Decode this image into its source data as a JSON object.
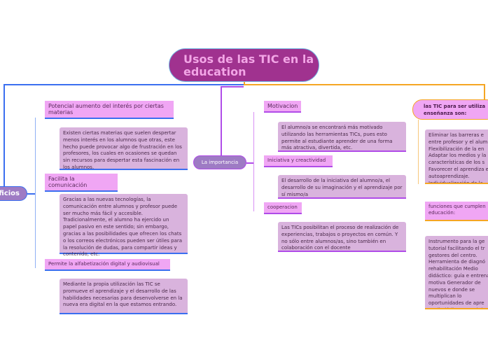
{
  "central": {
    "title": "Usos de las TIC en la education"
  },
  "beneficios": {
    "label": "eficios",
    "items": [
      {
        "title": "Potencial aumento del interés por ciertas materias",
        "detail": "Existen ciertas materias que suelen despertar menos interés en los alumnos que otras, este hecho puede provocar algo de frustración en los profesores, los cuales en ocasiones se quedan sin recursos para despertar esta fascinación en los alumnos."
      },
      {
        "title": "Facilita la comunicación",
        "detail": "Gracias a las nuevas tecnologías, la comunicación entre alumnos y profesor puede ser mucho más fácil y accesible. Tradicionalmente, el alumno ha ejercido un papel pasivo en este sentido; sin embargo, gracias a las posibilidades que ofrecen los chats o los correos electrónicos pueden ser útiles para la resolución de dudas, para compartir ideas y contenido, etc."
      },
      {
        "title": "Permite la alfabetización digital y audiovisual",
        "detail": "Mediante la propia utilización las TIC se promueve el aprendizaje y el desarrollo de las habilidades necesarias para desenvolverse en la nueva era digital en la que estamos entrando."
      }
    ]
  },
  "importancia": {
    "label": "La importancia",
    "items": [
      {
        "title": "Motivacion",
        "detail": "El alumno/a se encontrará más motivado utilizando las herramientas TICs, pues esto permite al estudiante aprender de una forma más atractiva, divertida, etc."
      },
      {
        "title": "Iniciativa y creactividad",
        "detail": "El desarrollo de la iniciativa del alumno/a, el desarrollo de su imaginación y el aprendizaje por sí mismo/a"
      },
      {
        "title": "cooperacion",
        "detail": "Las TICs posibilitan el proceso de realización de experiencias, trabajos o proyectos en común. Y no sólo entre alumnos/as, sino también en colaboración con el docente"
      }
    ]
  },
  "right": {
    "label": "las TIC para ser utiliza enseñanza son:",
    "detail1": "Eliminar las barreras e entre profesor y el alum Flexibilización de la en Adaptar los medios y la características de los s Favorecer el aprendiza el autoaprendizaje. Individualización de la",
    "sub_title": "funciones que cumplen educación:",
    "detail2": "Instrumento para la ge tutorial facilitando el tr gestores del centro. Herramienta de diagnó rehabilitación Medio didáctico: guía e entrena, motiva Generador de nuevos e donde se multiplican lo oportunidades de apre Medio lúdico para el de"
  },
  "colors": {
    "central": "#a0328f",
    "blue": "#3b6ff0",
    "purple": "#b04ce8",
    "orange": "#f5a623",
    "header": "#f0a6f4",
    "detail": "#d9b3dd"
  }
}
